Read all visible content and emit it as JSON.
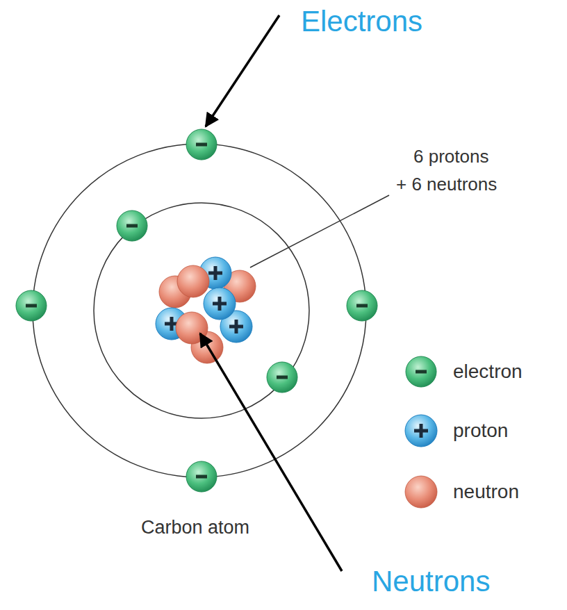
{
  "diagram": {
    "labels": [
      "Electrons",
      "6 protons + 6 neutrons",
      "Carbon atom",
      "Neutrons"
    ],
    "legend": [
      {
        "text": "electron"
      },
      {
        "text": "proton"
      },
      {
        "text": "neutron"
      }
    ]
  }
}
